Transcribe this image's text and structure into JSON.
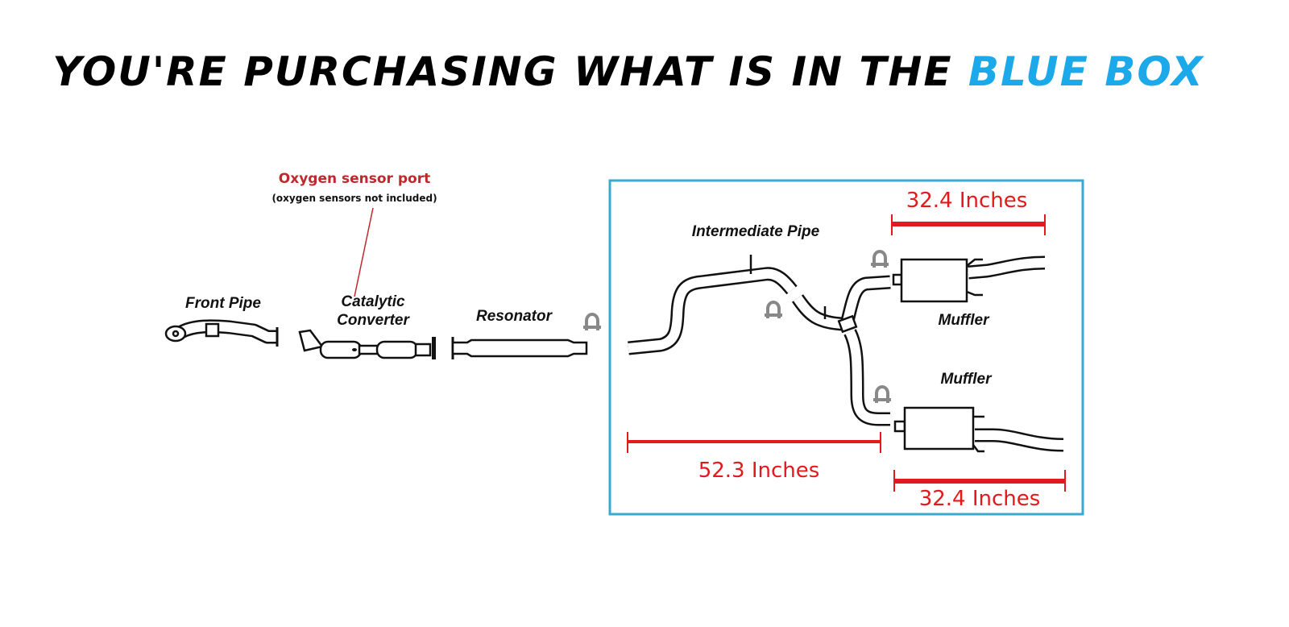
{
  "title": {
    "prefix": "YOU'RE PURCHASING WHAT IS IN THE ",
    "highlight": "BLUE BOX"
  },
  "colors": {
    "highlight": "#1ba9ea",
    "box_border": "#3aa9d2",
    "dimension": "#e3191c",
    "sensor_label": "#c0282d"
  },
  "oxygen_sensor": {
    "label": "Oxygen sensor port",
    "note": "(oxygen sensors not included)"
  },
  "parts": {
    "front_pipe": "Front Pipe",
    "catalytic_line1": "Catalytic",
    "catalytic_line2": "Converter",
    "resonator": "Resonator",
    "intermediate_pipe": "Intermediate Pipe",
    "muffler_top": "Muffler",
    "muffler_bottom": "Muffler"
  },
  "dimensions": {
    "top_muffler": "32.4 Inches",
    "intermediate": "52.3 Inches",
    "bottom_muffler": "32.4 Inches"
  }
}
